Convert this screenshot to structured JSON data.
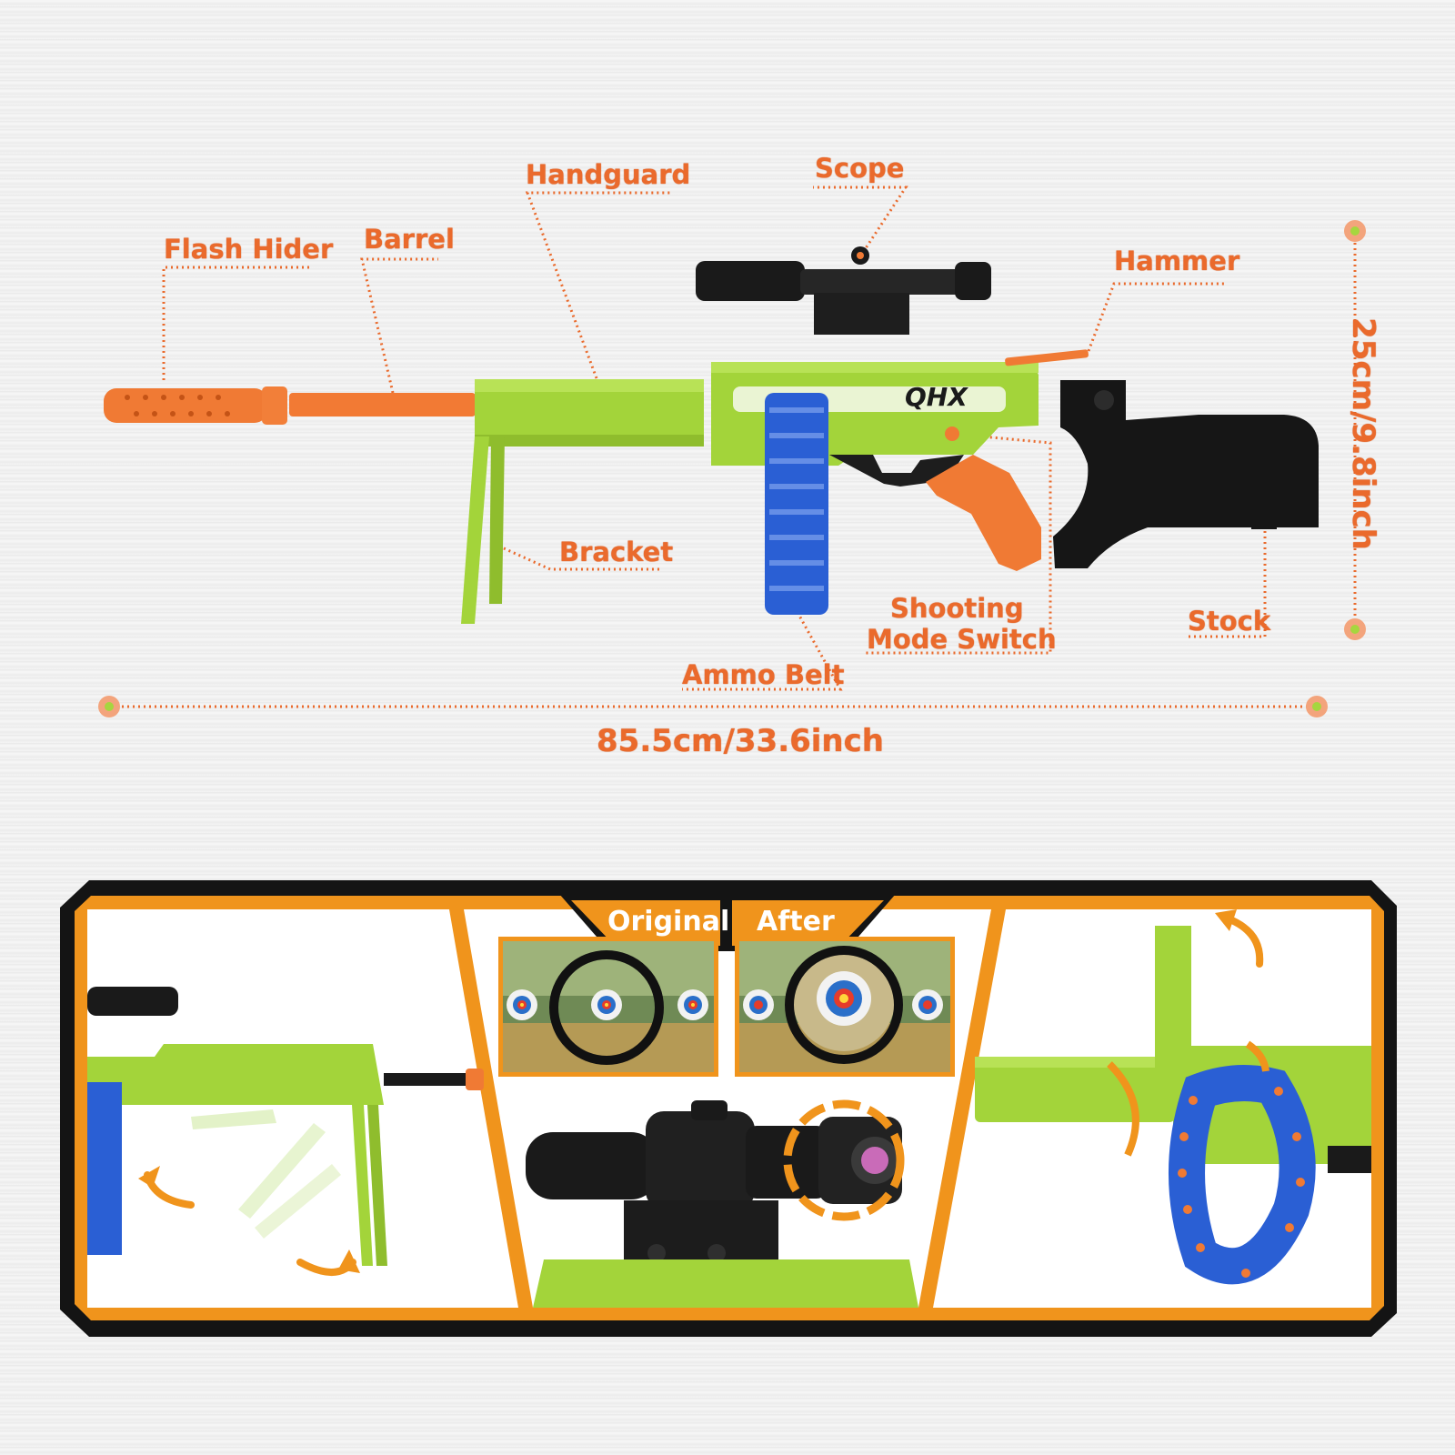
{
  "labels": {
    "flash_hider": "Flash Hider",
    "barrel": "Barrel",
    "handguard": "Handguard",
    "scope": "Scope",
    "hammer": "Hammer",
    "bracket": "Bracket",
    "ammo_belt": "Ammo Belt",
    "shooting_mode_switch_line1": "Shooting",
    "shooting_mode_switch_line2": "Mode Switch",
    "stock": "Stock"
  },
  "dimensions": {
    "length": "85.5cm/33.6inch",
    "height": "25cm/9.8inch"
  },
  "brand": {
    "logo": "QHX"
  },
  "compare": {
    "original": "Original",
    "after": "After"
  },
  "colors": {
    "accent_orange": "#ea6a2c",
    "lime_green": "#a3d43a",
    "ammo_blue": "#2a5fd4",
    "frame_black": "#141414",
    "frame_orange": "#f0941c"
  },
  "icons": [
    "rotate-arrow-icon",
    "curved-arrow-icon"
  ]
}
